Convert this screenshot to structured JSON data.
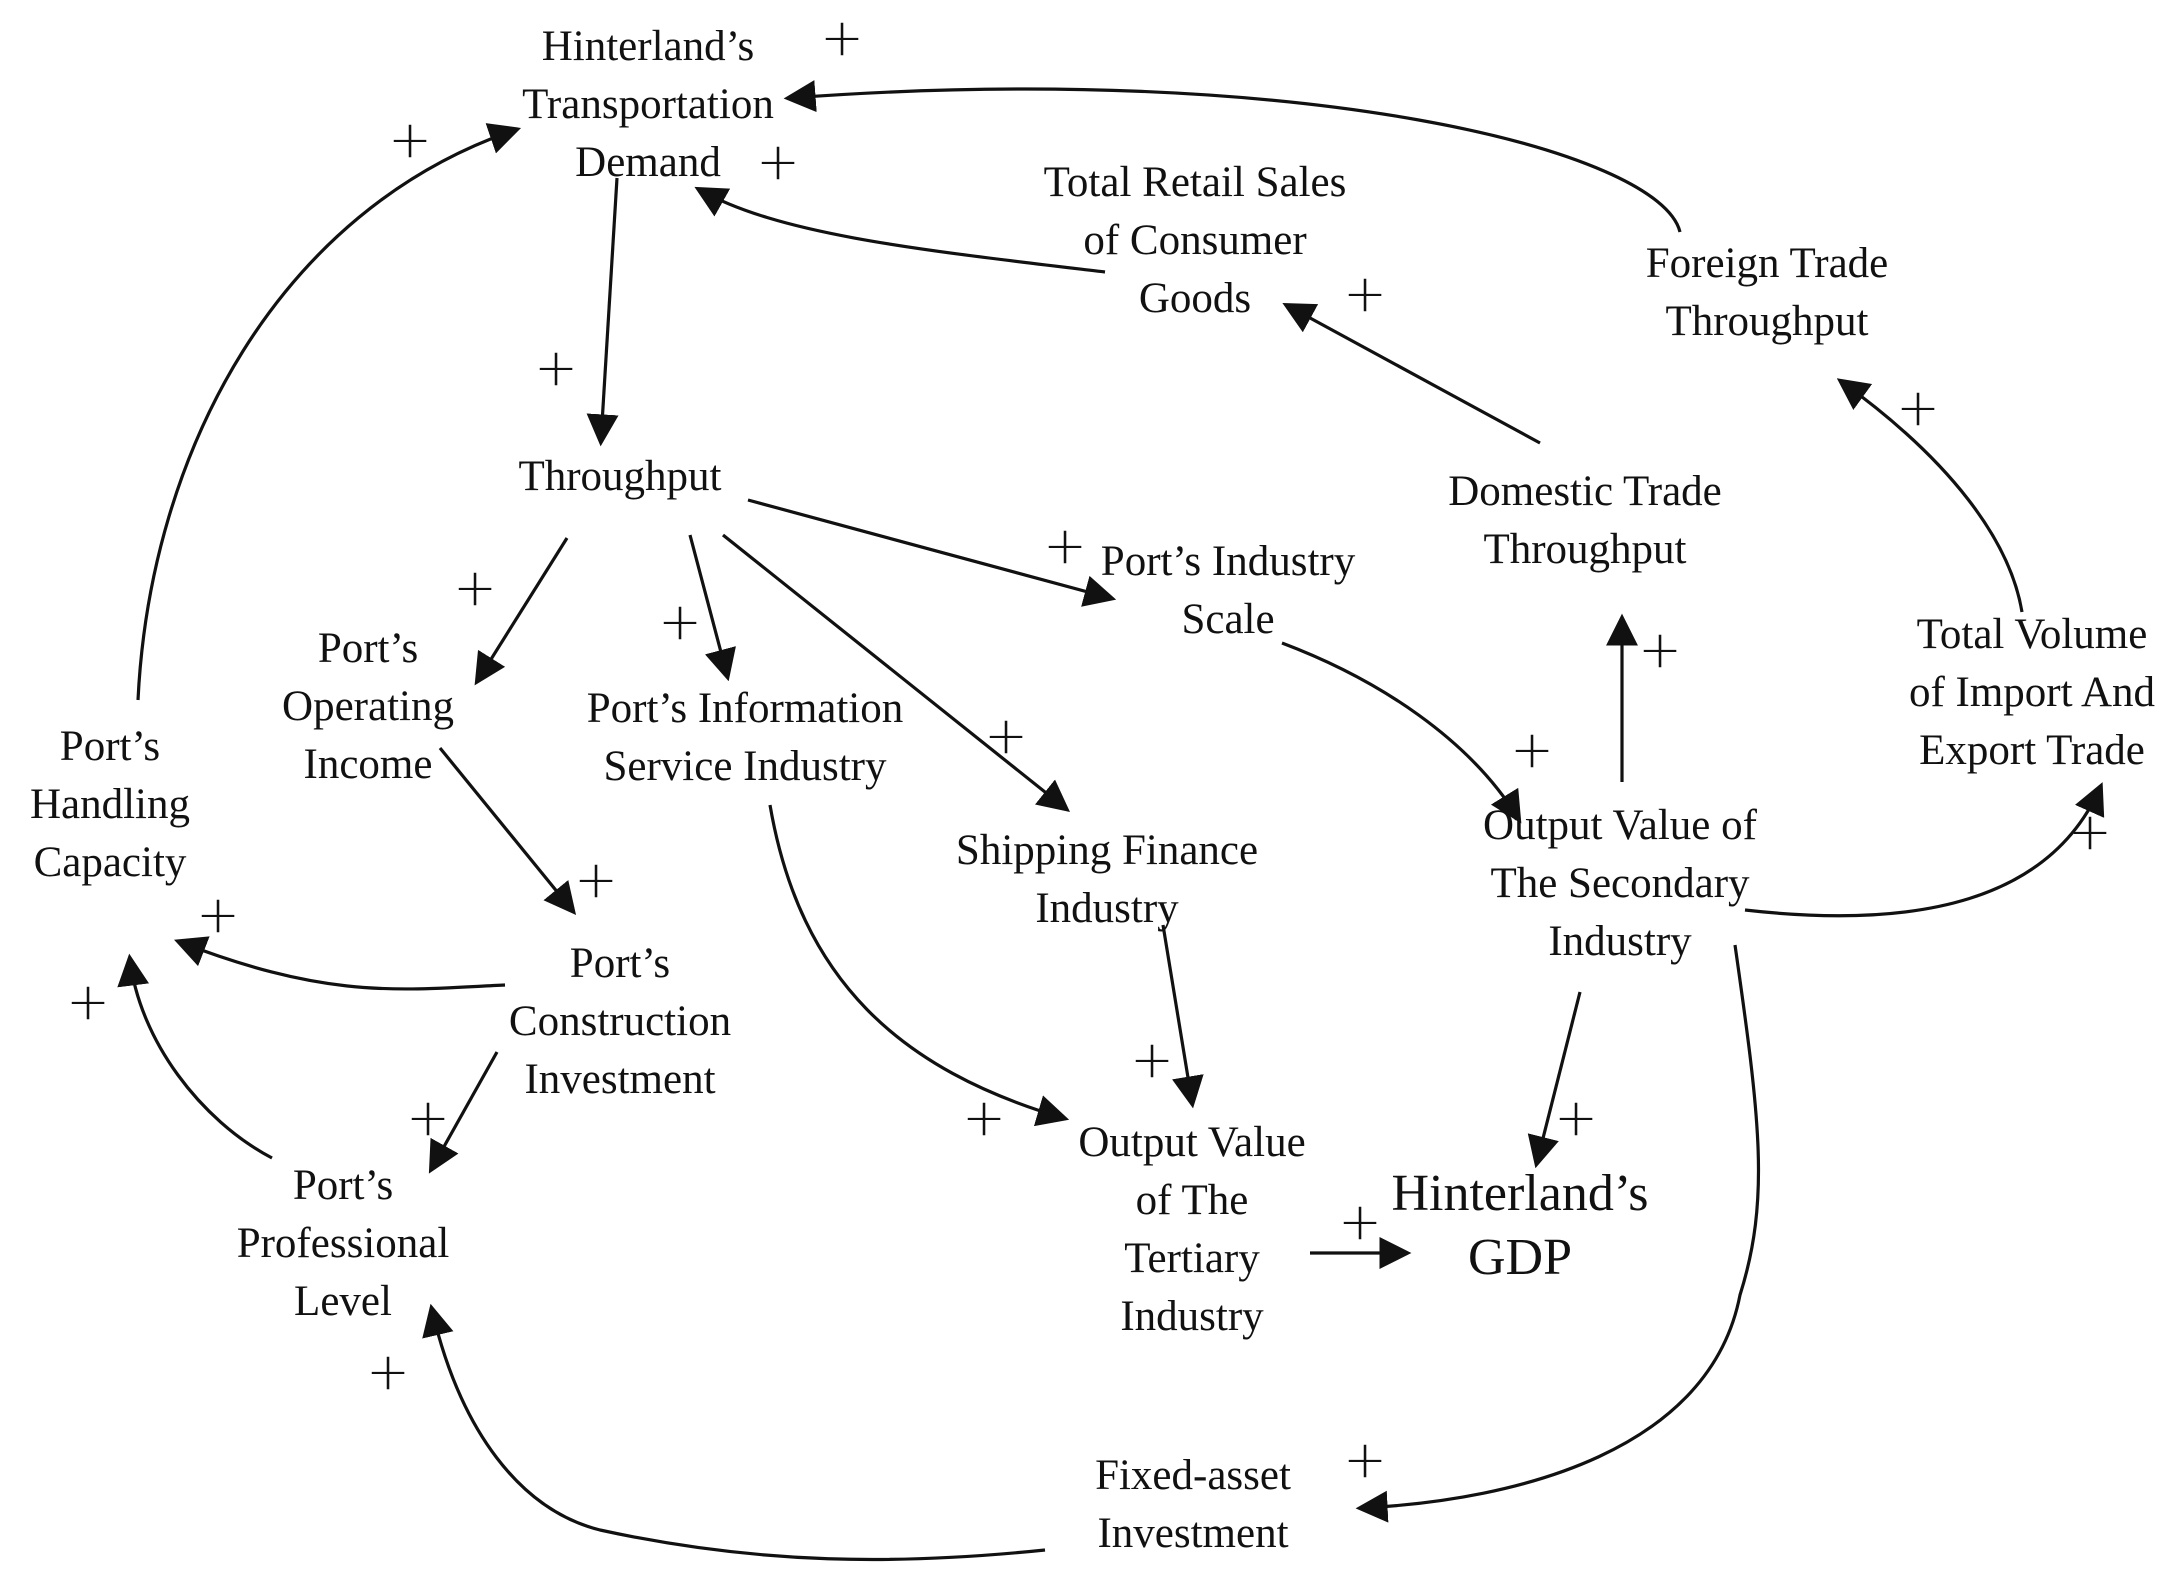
{
  "nodes": {
    "transport_demand": [
      "Hinterland’s",
      "Transportation",
      "Demand"
    ],
    "retail_sales": [
      "Total Retail Sales",
      "of Consumer",
      "Goods"
    ],
    "foreign_trade": [
      "Foreign Trade",
      "Throughput"
    ],
    "throughput": [
      "Throughput"
    ],
    "domestic_trade": [
      "Domestic Trade",
      "Throughput"
    ],
    "industry_scale": [
      "Port’s Industry",
      "Scale"
    ],
    "import_export": [
      "Total Volume",
      "of Import And",
      "Export Trade"
    ],
    "operating_income": [
      "Port’s",
      "Operating",
      "Income"
    ],
    "info_service": [
      "Port’s Information",
      "Service Industry"
    ],
    "handling_capacity": [
      "Port’s",
      "Handling",
      "Capacity"
    ],
    "secondary_industry": [
      "Output Value of",
      "The Secondary",
      "Industry"
    ],
    "shipping_finance": [
      "Shipping Finance",
      "Industry"
    ],
    "construction_investment": [
      "Port’s",
      "Construction",
      "Investment"
    ],
    "tertiary_industry": [
      "Output Value",
      "of The",
      "Tertiary",
      "Industry"
    ],
    "professional_level": [
      "Port’s",
      "Professional",
      "Level"
    ],
    "gdp": [
      "Hinterland’s",
      "GDP"
    ],
    "fixed_asset": [
      "Fixed-asset",
      "Investment"
    ]
  },
  "polarity_sign": "+"
}
